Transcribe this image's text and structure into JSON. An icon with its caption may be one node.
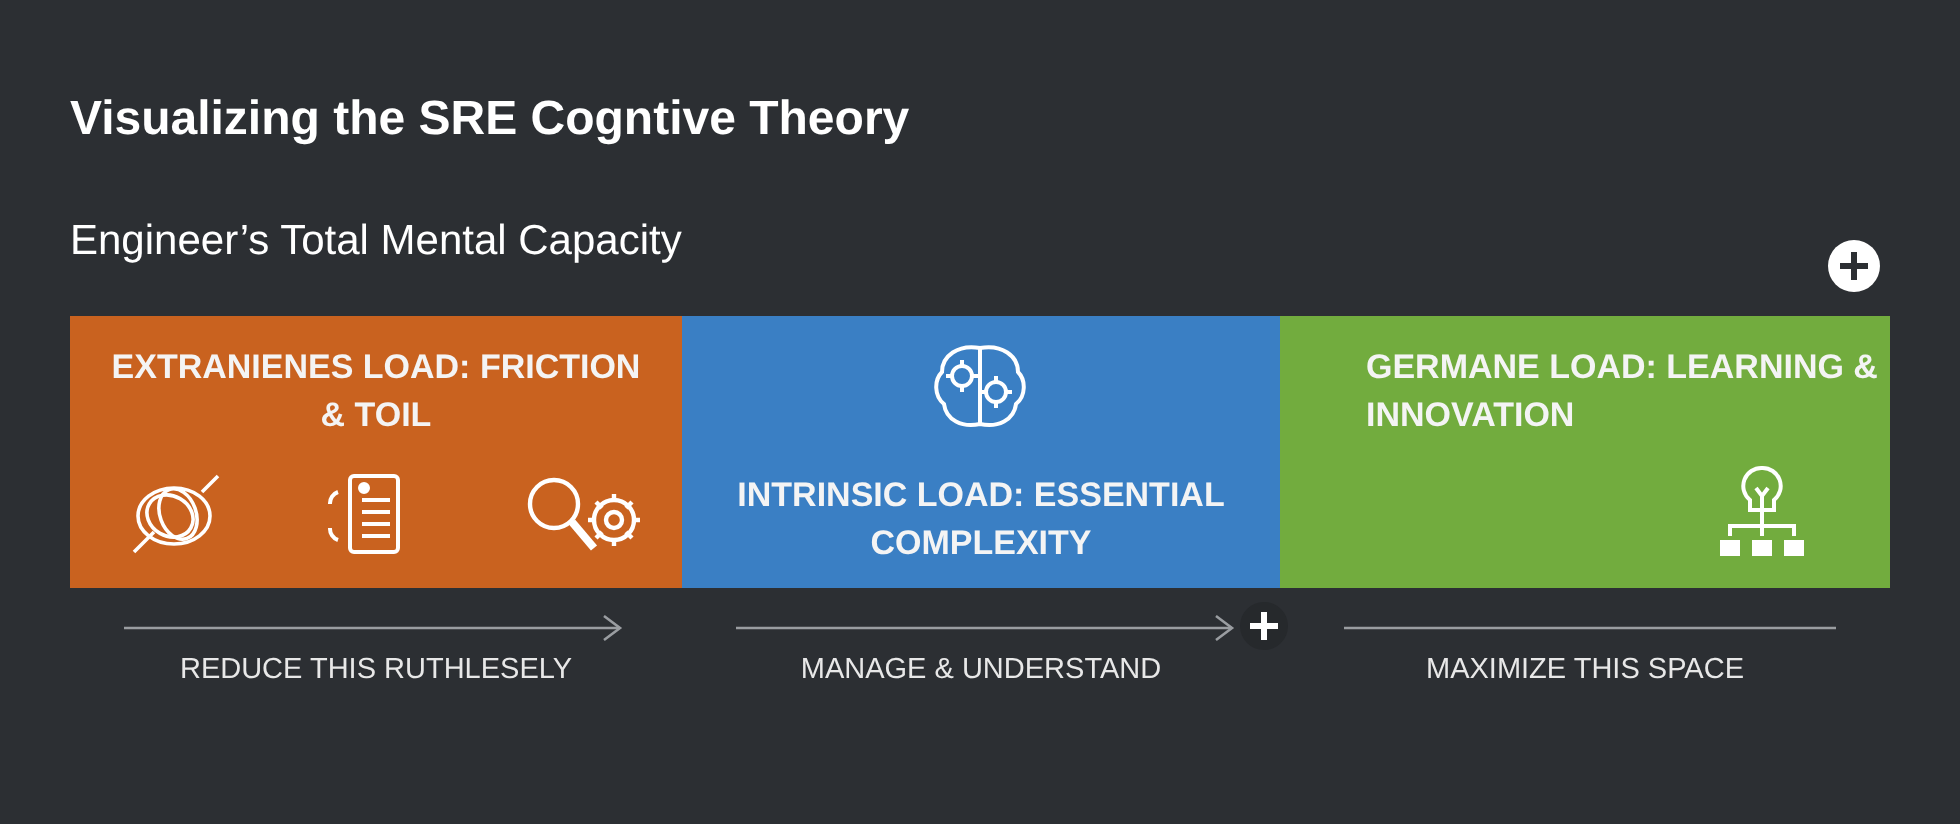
{
  "diagram": {
    "title": "Visualizing the SRE Cogntive Theory",
    "nodes": [
      {
        "text": [
          "EXTRANIENES LOAD: FRICTION & TOIL"
        ],
        "beside": [
          "REDUCE THIS RUTHLESELY"
        ]
      },
      {
        "text": [
          "INTRINSIC LOAD: ESSENTIAL COMPLEXITY"
        ],
        "beside": [
          "MANAGE & UNDERSTAND"
        ]
      },
      {
        "text": [
          "GERMANE LOAD: LEARNING & INNOVATION"
        ],
        "beside": [
          "MAXIMIZE THIS SPACE"
        ]
      }
    ],
    "labels": [
      "Engineer’s Total Mental Capacity"
    ]
  }
}
